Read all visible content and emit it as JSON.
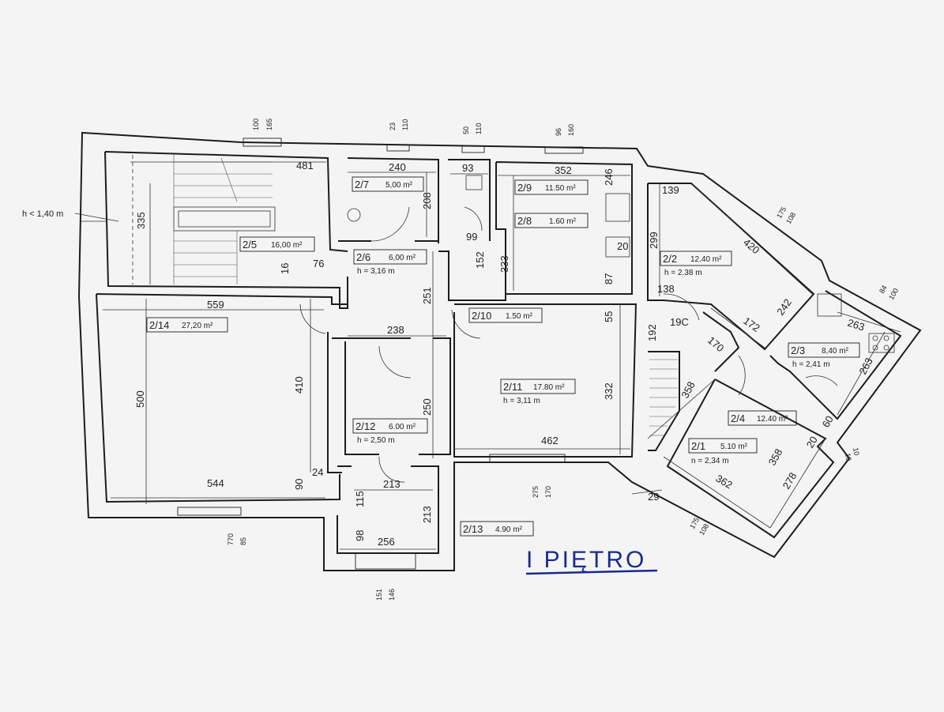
{
  "floor_title": "I PIĘTRO",
  "colors": {
    "paper": "#f4f4f4",
    "ink": "#1c1c1c",
    "title_ink": "#1a2a8c"
  },
  "note_height_left": "h < 1,40 m",
  "rooms": {
    "r2_1": {
      "id": "2/1",
      "area": "5.10 m²",
      "height": "n = 2,34 m"
    },
    "r2_2": {
      "id": "2/2",
      "area": "12.40 m²",
      "height": "h = 2.38 m"
    },
    "r2_3": {
      "id": "2/3",
      "area": "8,40 m²",
      "height": "h = 2,41 m"
    },
    "r2_4": {
      "id": "2/4",
      "area": "12.40 m²"
    },
    "r2_5": {
      "id": "2/5",
      "area": "16,00 m²"
    },
    "r2_6": {
      "id": "2/6",
      "area": "6,00 m²",
      "height": "h = 3,16 m"
    },
    "r2_7": {
      "id": "2/7",
      "area": "5,00 m²"
    },
    "r2_8": {
      "id": "2/8",
      "area": "1.60 m²"
    },
    "r2_9": {
      "id": "2/9",
      "area": "11.50 m²"
    },
    "r2_10": {
      "id": "2/10",
      "area": "1.50 m²"
    },
    "r2_11": {
      "id": "2/11",
      "area": "17.80 m²",
      "height": "h = 3,11 m"
    },
    "r2_12": {
      "id": "2/12",
      "area": "6.00 m²",
      "height": "h = 2,50 m"
    },
    "r2_13": {
      "id": "2/13",
      "area": "4.90 m²"
    },
    "r2_14": {
      "id": "2/14",
      "area": "27,20 m²"
    }
  },
  "dims": {
    "d481": "481",
    "d240": "240",
    "d93": "93",
    "d352": "352",
    "d246": "246",
    "d139": "139",
    "d420": "420",
    "d335": "335",
    "d208": "208",
    "d99": "99",
    "d333": "333",
    "d20": "20",
    "d87": "87",
    "d299": "299",
    "d152": "152",
    "d16": "16",
    "d76": "76",
    "d559": "559",
    "d251": "251",
    "d138": "138",
    "d55": "55",
    "d238": "238",
    "d192": "192",
    "d190": "19C",
    "d170": "170",
    "d172": "172",
    "d242": "242",
    "d263a": "263",
    "d263b": "263",
    "d410": "410",
    "d500": "500",
    "d250": "250",
    "d332": "332",
    "d358a": "358",
    "d462": "462",
    "d544": "544",
    "d90": "90",
    "d24": "24",
    "d213a": "213",
    "d115": "115",
    "d213b": "213",
    "d98": "98",
    "d256": "256",
    "d29": "29",
    "d362": "362",
    "d358b": "358",
    "d278": "278",
    "d20b": "20",
    "d60": "60",
    "d10a": "10",
    "d10b": "10"
  },
  "windows": {
    "w1": [
      "100",
      "165"
    ],
    "w2": [
      "23",
      "110"
    ],
    "w3": [
      "50",
      "110"
    ],
    "w4": [
      "96",
      "160"
    ],
    "w5": [
      "175",
      "108"
    ],
    "w6": [
      "84",
      "100"
    ],
    "w7": [
      "770",
      "85"
    ],
    "w8": [
      "275",
      "170"
    ],
    "w9": [
      "151",
      "146"
    ],
    "w10": [
      "175",
      "108"
    ]
  }
}
